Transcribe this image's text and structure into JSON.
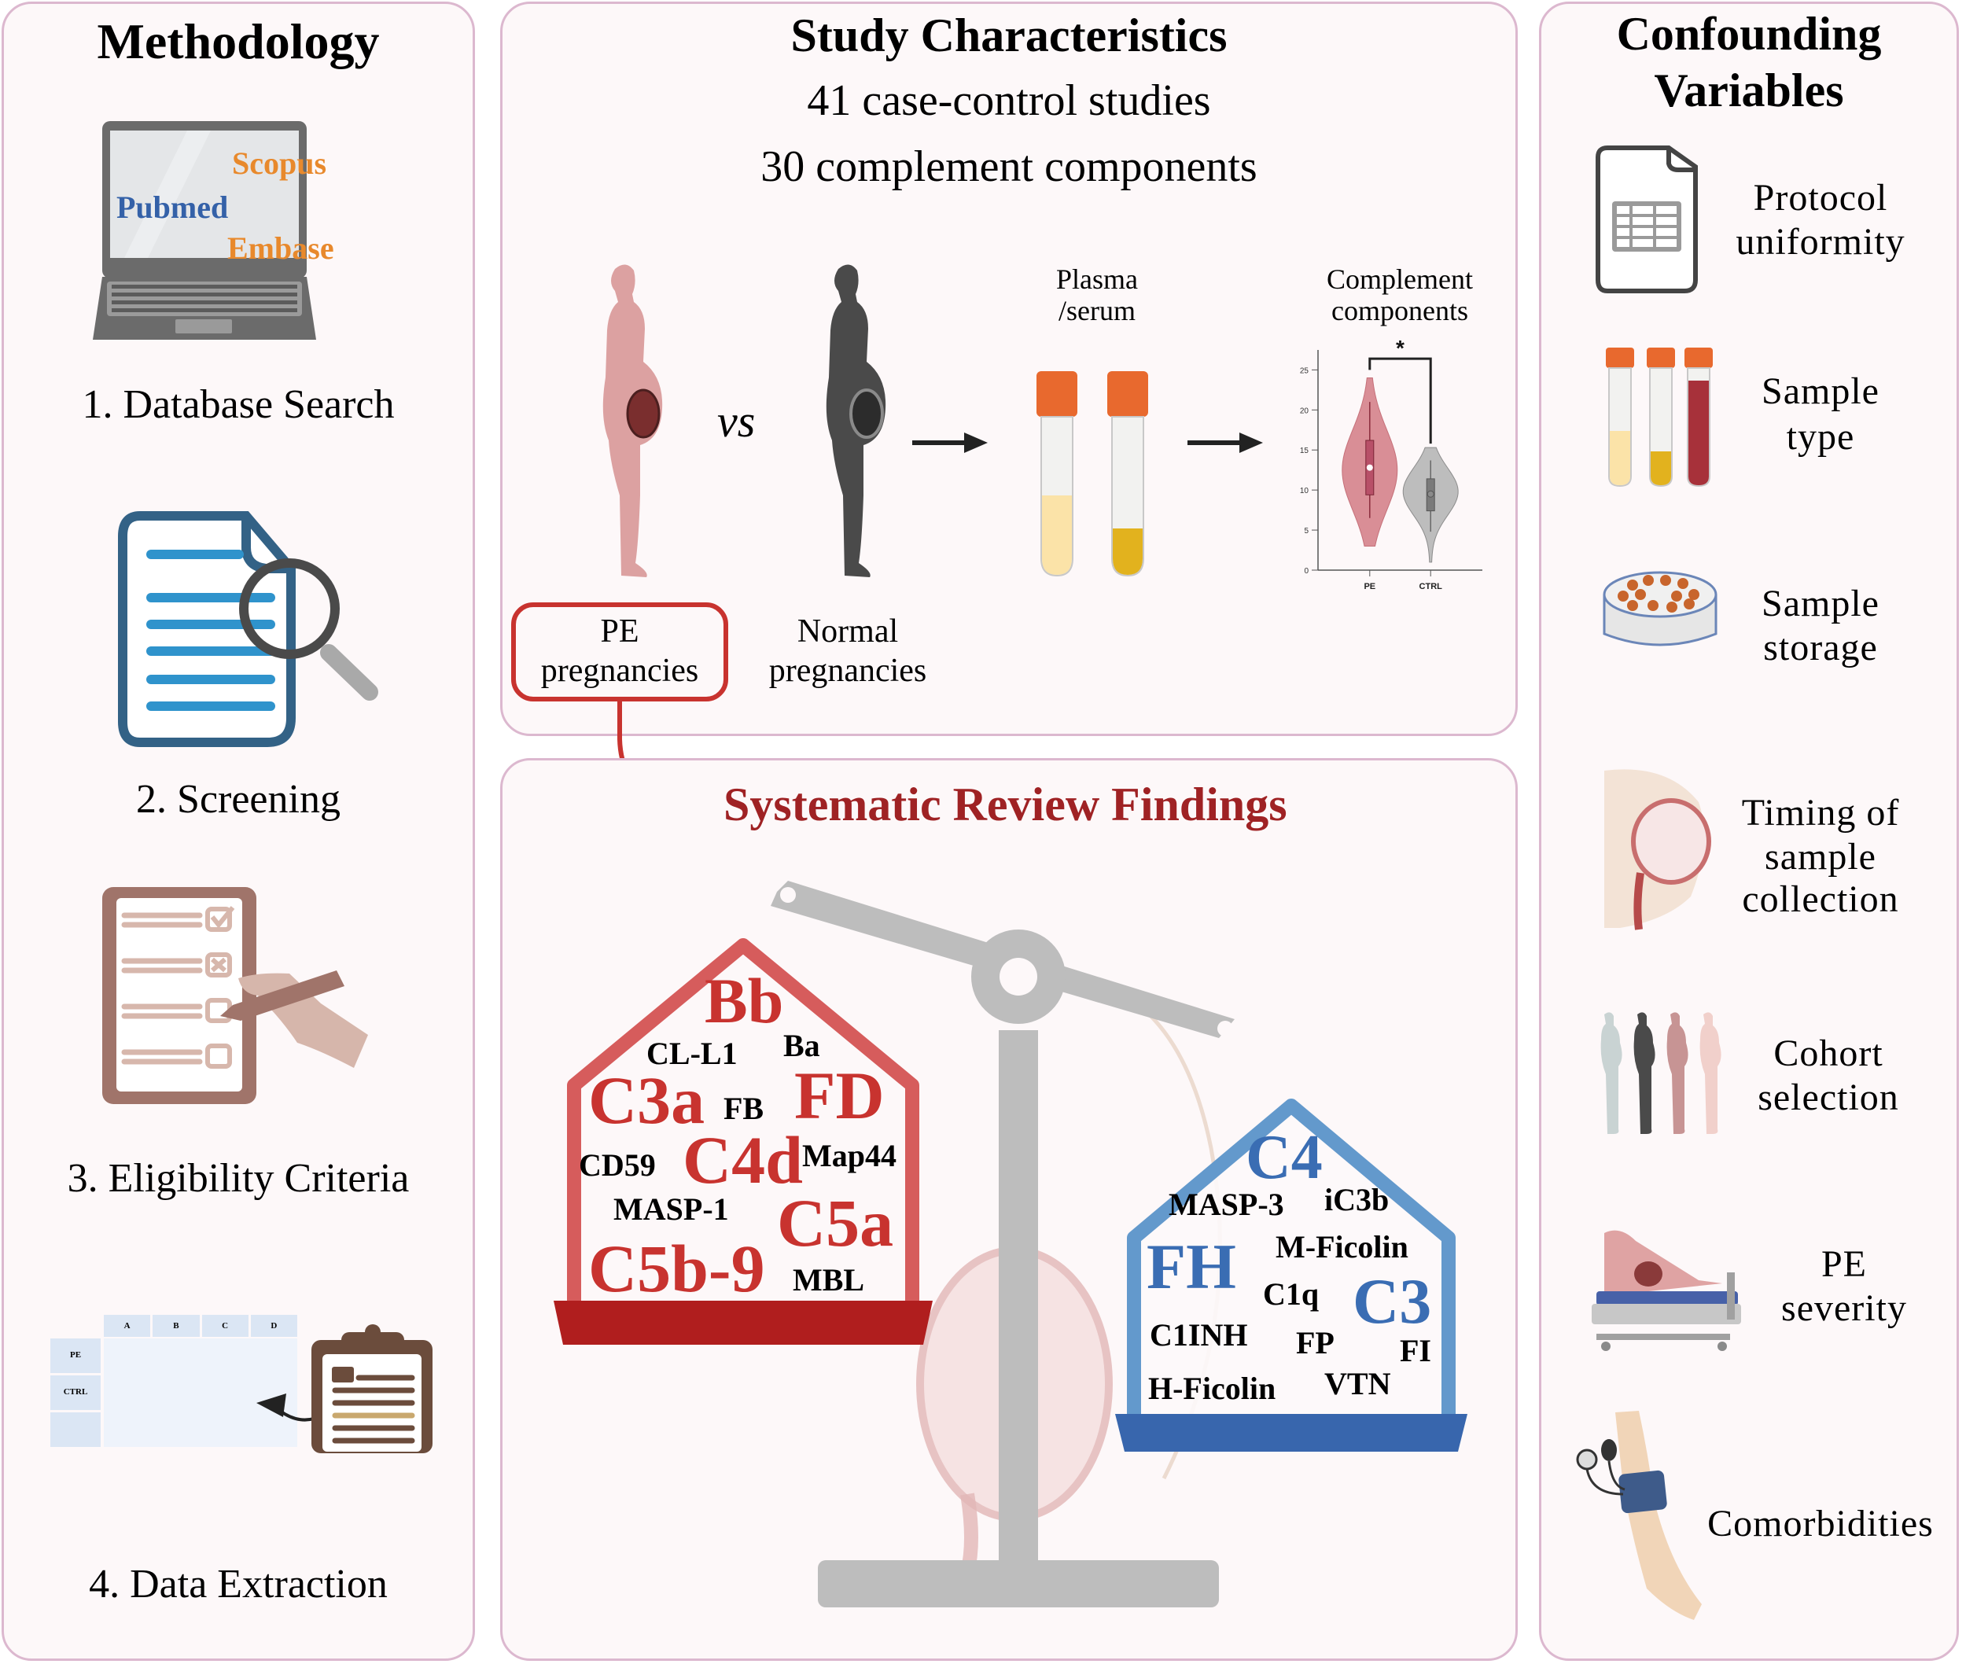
{
  "methodology": {
    "title": "Methodology",
    "steps": [
      {
        "label": "1. Database Search",
        "icon": "laptop-icon",
        "databases": [
          {
            "name": "Scopus",
            "color": "#e8892c"
          },
          {
            "name": "Pubmed",
            "color": "#3461a8"
          },
          {
            "name": "Embase",
            "color": "#e8892c"
          }
        ]
      },
      {
        "label": "2. Screening",
        "icon": "document-magnifier-icon"
      },
      {
        "label": "3. Eligibility Criteria",
        "icon": "checklist-icon"
      },
      {
        "label": "4. Data Extraction",
        "icon": "table-clipboard-icon",
        "table": {
          "columns": [
            "A",
            "B",
            "C",
            "D"
          ],
          "rows": [
            "PE",
            "CTRL",
            ""
          ]
        }
      }
    ]
  },
  "study": {
    "title": "Study Characteristics",
    "line1": "41 case-control studies",
    "line2": "30 complement components",
    "vs_label": "vs",
    "pe_label_1": "PE",
    "pe_label_2": "pregnancies",
    "normal_label_1": "Normal",
    "normal_label_2": "pregnancies",
    "sample_label_1": "Plasma",
    "sample_label_2": "/serum",
    "complement_label_1": "Complement",
    "complement_label_2": "components"
  },
  "chart_data": {
    "type": "violin",
    "title": "Complement components",
    "xlabel": "",
    "ylabel": "",
    "categories": [
      "PE",
      "CTRL"
    ],
    "y_ticks": [
      0,
      5,
      10,
      15,
      20,
      25
    ],
    "ylim": [
      0,
      27
    ],
    "grid": false,
    "significance": {
      "between": [
        "PE",
        "CTRL"
      ],
      "marker": "*"
    },
    "series": [
      {
        "name": "PE",
        "color": "#d98e96",
        "median": 12.8,
        "q1": 9.4,
        "q3": 16.2,
        "whisker_low": 6.5,
        "whisker_high": 21,
        "min": 3,
        "max": 24,
        "mode": 12.5
      },
      {
        "name": "CTRL",
        "color": "#bdbdbd",
        "median": 9.5,
        "q1": 7.4,
        "q3": 11.4,
        "whisker_low": 4.8,
        "whisker_high": 13.7,
        "min": 1,
        "max": 15.3,
        "mode": 9.8
      }
    ]
  },
  "findings": {
    "title": "Systematic Review Findings",
    "increased": {
      "color": "#c8332f",
      "items": [
        {
          "label": "Bb",
          "emphasis": true
        },
        {
          "label": "CL-L1",
          "emphasis": false
        },
        {
          "label": "Ba",
          "emphasis": false
        },
        {
          "label": "C3a",
          "emphasis": true
        },
        {
          "label": "FB",
          "emphasis": false
        },
        {
          "label": "FD",
          "emphasis": true
        },
        {
          "label": "CD59",
          "emphasis": false
        },
        {
          "label": "C4d",
          "emphasis": true
        },
        {
          "label": "Map44",
          "emphasis": false
        },
        {
          "label": "MASP-1",
          "emphasis": false
        },
        {
          "label": "C5a",
          "emphasis": true
        },
        {
          "label": "C5b-9",
          "emphasis": true
        },
        {
          "label": "MBL",
          "emphasis": false
        }
      ]
    },
    "decreased": {
      "color": "#3a6db3",
      "items": [
        {
          "label": "C4",
          "emphasis": true
        },
        {
          "label": "MASP-3",
          "emphasis": false
        },
        {
          "label": "iC3b",
          "emphasis": false
        },
        {
          "label": "M-Ficolin",
          "emphasis": false
        },
        {
          "label": "FH",
          "emphasis": true
        },
        {
          "label": "C1q",
          "emphasis": false
        },
        {
          "label": "C3",
          "emphasis": true
        },
        {
          "label": "C1INH",
          "emphasis": false
        },
        {
          "label": "FP",
          "emphasis": false
        },
        {
          "label": "FI",
          "emphasis": false
        },
        {
          "label": "H-Ficolin",
          "emphasis": false
        },
        {
          "label": "VTN",
          "emphasis": false
        }
      ]
    }
  },
  "confounding": {
    "title_1": "Confounding",
    "title_2": "Variables",
    "items": [
      {
        "lines": [
          "Protocol",
          "uniformity"
        ],
        "icon": "spreadsheet-file-icon"
      },
      {
        "lines": [
          "Sample",
          "type"
        ],
        "icon": "sample-tubes-icon"
      },
      {
        "lines": [
          "Sample",
          "storage"
        ],
        "icon": "storage-box-icon"
      },
      {
        "lines": [
          "Timing of",
          "sample",
          "collection"
        ],
        "icon": "uterus-fetus-icon"
      },
      {
        "lines": [
          "Cohort",
          "selection"
        ],
        "icon": "pregnant-women-icon"
      },
      {
        "lines": [
          "PE",
          "severity"
        ],
        "icon": "hospital-bed-icon"
      },
      {
        "lines": [
          "Comorbidities"
        ],
        "icon": "blood-pressure-cuff-icon"
      }
    ]
  },
  "colors": {
    "panel_border": "#dcb8cf",
    "panel_bg": "#fdf8f9",
    "accent_red": "#c8332f",
    "title_red": "#9f2224",
    "accent_blue": "#3a6db3"
  }
}
